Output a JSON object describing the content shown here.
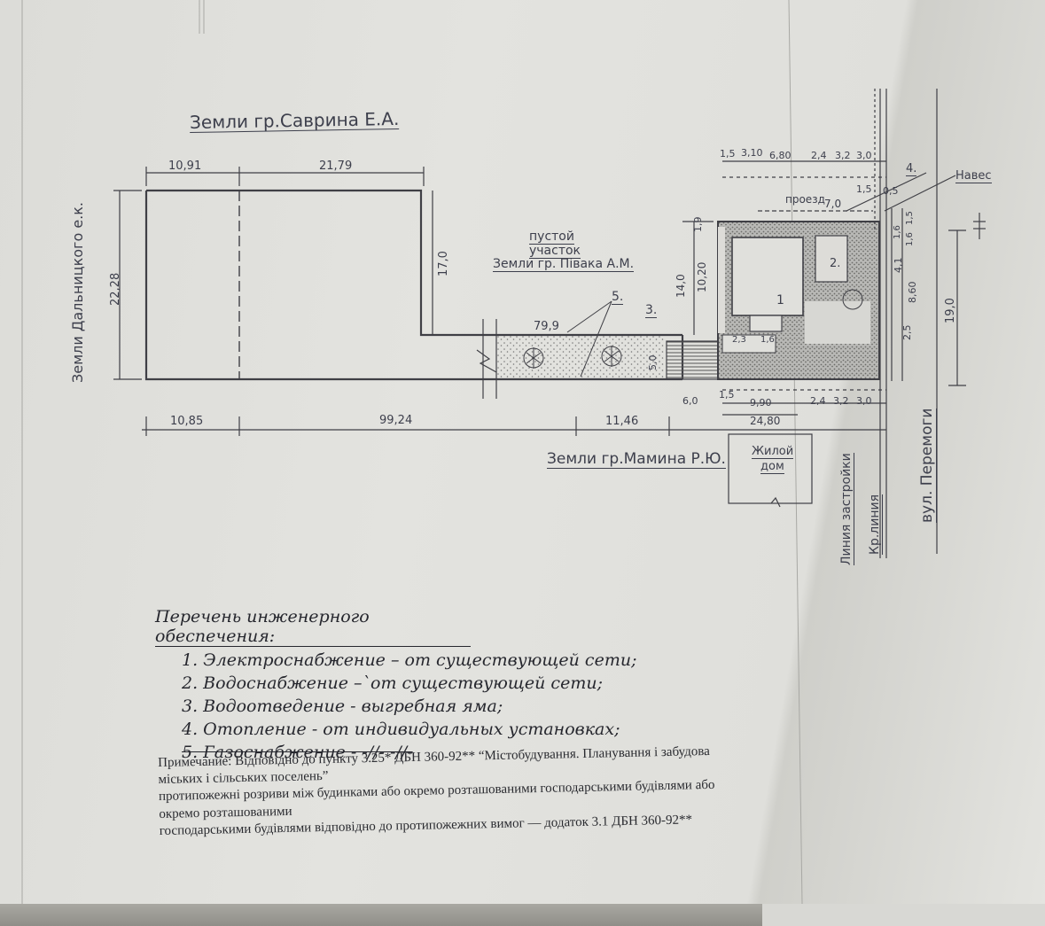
{
  "plot": {
    "title_neighbor_top": "Земли гр.Саврина Е.А.",
    "neighbor_left": "Земли Дальницкого е.к.",
    "neighbor_bottom": "Земли гр.Мамина Р.Ю.",
    "empty_plot_line1": "пустой",
    "empty_plot_line2": "участок",
    "empty_plot_line3": "Земли гр. Півака А.М.",
    "house_label_line1": "Жилой",
    "house_label_line2": "дом",
    "building_line": "Линия застройки",
    "red_line": "Кр.линия",
    "street": "вул. Перемоги",
    "canopy": "Навес",
    "driveway": "проезд",
    "markers": [
      "1",
      "2.",
      "3.",
      "4.",
      "5."
    ],
    "dims": {
      "top_a": "10,91",
      "top_b": "21,79",
      "left_h": "22,28",
      "right_h": "17,0",
      "mid": "79,9",
      "bottom_a": "10,85",
      "bottom_b": "99,24",
      "bottom_c": "11,46",
      "small_5": "5,0",
      "v_14": "14,0",
      "v_1020": "10,20",
      "v_19": "1,9",
      "top_r1": "1,5",
      "top_r2": "3,10",
      "top_r3": "6,80",
      "top_r4": "2,4",
      "top_r5": "3,2",
      "top_r6": "3,0",
      "proezd_w": "7,0",
      "r_15": "1,5",
      "r_05": "0,5",
      "bot_r1": "6,0",
      "bot_r2": "1,5",
      "bot_r3": "9,90",
      "bot_r4": "2,4",
      "bot_r5": "3,2",
      "bot_r6": "3,0",
      "total_2480": "24,80",
      "depth_190": "19,0",
      "r_86": "8,60",
      "r_41": "4,1",
      "r_25": "2,5",
      "r_16": "1,6",
      "r_15b": "1,5",
      "r_16b": "1,6",
      "inner_23": "2,3",
      "inner_16": "1,6"
    }
  },
  "engineering": {
    "heading": "Перечень инженерного обеспечения:",
    "items": [
      "1. Электроснабжение – от существующей сети;",
      "2. Водоснабжение –`от существующей сети;",
      "3. Водоотведение - выгребная яма;",
      "4. Отопление - от индивидуальных установках;",
      "5. Газоснабжение - -//- -//-"
    ]
  },
  "note": {
    "line1": "Примечание: Відповідно до пункту 3.25* ДБН 360-92** “Містобудування. Планування і забудова",
    "line2": "міських і сільських поселень”",
    "line3": "протипожежні розриви між будинками або окремо розташованими господарськими будівлями або",
    "line4": "окремо розташованими",
    "line5": "господарськими будівлями відповідно до протипожежних вимог — додаток 3.1 ДБН 360-92**"
  }
}
